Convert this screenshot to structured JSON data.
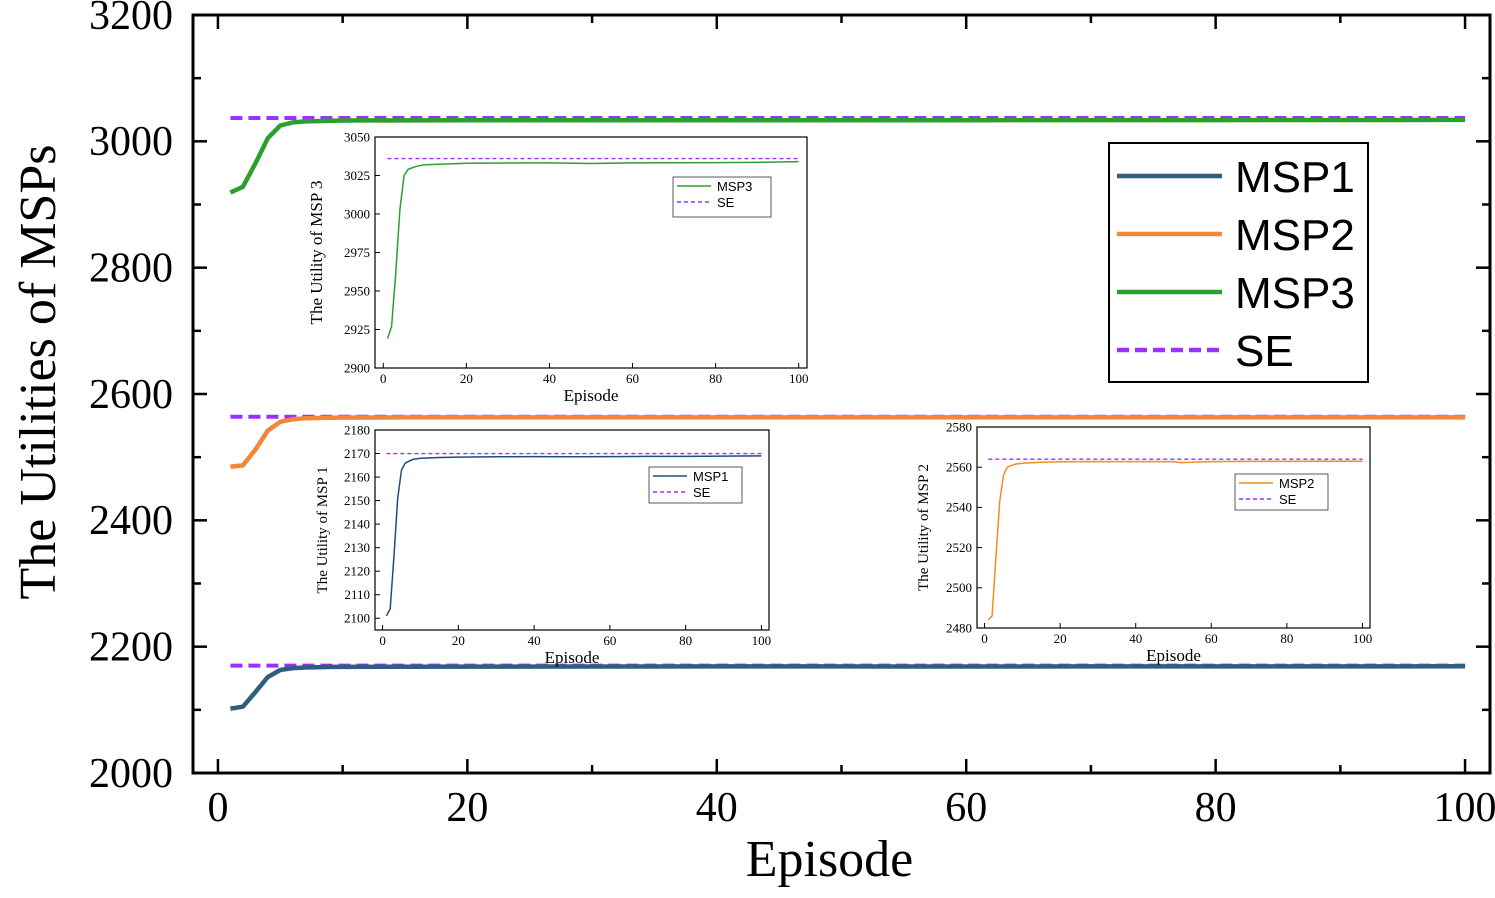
{
  "chart_data": [
    {
      "id": "main",
      "type": "line",
      "title": "",
      "xlabel": "Episode",
      "ylabel": "The Utilities of MSPs",
      "xlim": [
        -2,
        102
      ],
      "ylim": [
        2000,
        3200
      ],
      "xticks": [
        0,
        20,
        40,
        60,
        80,
        100
      ],
      "yticks": [
        2000,
        2200,
        2400,
        2600,
        2800,
        3000,
        3200
      ],
      "legend_position": "top-right",
      "x": [
        1,
        2,
        3,
        4,
        5,
        6,
        7,
        8,
        9,
        10,
        15,
        20,
        30,
        40,
        50,
        60,
        70,
        80,
        90,
        100
      ],
      "series": [
        {
          "name": "MSP1",
          "color": "#2e5f7f",
          "style": "solid",
          "values": [
            2102,
            2105,
            2128,
            2152,
            2163,
            2166,
            2167,
            2167.5,
            2168,
            2168,
            2168.3,
            2168.5,
            2168.6,
            2168.7,
            2168.7,
            2168.6,
            2168.7,
            2168.8,
            2168.8,
            2168.9
          ]
        },
        {
          "name": "MSP2",
          "color": "#f2873a",
          "style": "solid",
          "values": [
            2485,
            2487,
            2512,
            2542,
            2556,
            2560,
            2561.5,
            2562,
            2562.5,
            2562.7,
            2563,
            2563,
            2563,
            2563,
            2563,
            2563,
            2563,
            2563,
            2563,
            2563
          ]
        },
        {
          "name": "MSP3",
          "color": "#2ca02c",
          "style": "solid",
          "values": [
            2919,
            2928,
            2965,
            3005,
            3025,
            3030,
            3031.5,
            3032,
            3032.5,
            3033,
            3033.2,
            3033.4,
            3033.5,
            3033.5,
            3033.4,
            3033.5,
            3033.6,
            3033.6,
            3033.7,
            3034
          ]
        },
        {
          "name": "SE",
          "color": "#9b30ff",
          "style": "dashed",
          "values_by_group": [
            2170,
            2564,
            3037
          ]
        }
      ]
    },
    {
      "id": "inset3",
      "type": "line",
      "xlabel": "Episode",
      "ylabel": "The Utility of MSP 3",
      "xlim": [
        -2,
        102
      ],
      "ylim": [
        2900,
        3050
      ],
      "xticks": [
        0,
        20,
        40,
        60,
        80,
        100
      ],
      "yticks": [
        2900,
        2925,
        2950,
        2975,
        3000,
        3025,
        3050
      ],
      "legend_position": "upper-right",
      "x": [
        1,
        2,
        3,
        4,
        5,
        6,
        8,
        10,
        15,
        20,
        30,
        40,
        50,
        60,
        70,
        80,
        90,
        100
      ],
      "series": [
        {
          "name": "MSP3",
          "color": "#2ca02c",
          "style": "solid",
          "values": [
            2919,
            2927,
            2962,
            3003,
            3025,
            3029,
            3031,
            3032,
            3032.5,
            3033,
            3033.1,
            3033.2,
            3032.8,
            3033.2,
            3033.3,
            3033.4,
            3033.5,
            3034
          ]
        },
        {
          "name": "SE",
          "color": "#9b30ff",
          "style": "dashed",
          "value": 3036
        }
      ]
    },
    {
      "id": "inset1",
      "type": "line",
      "xlabel": "Episode",
      "ylabel": "The Utility of MSP 1",
      "xlim": [
        -2,
        102
      ],
      "ylim": [
        2095,
        2180
      ],
      "xticks": [
        0,
        20,
        40,
        60,
        80,
        100
      ],
      "yticks": [
        2100,
        2110,
        2120,
        2130,
        2140,
        2150,
        2160,
        2170,
        2180
      ],
      "legend_position": "upper-right",
      "x": [
        1,
        2,
        3,
        4,
        5,
        6,
        8,
        10,
        15,
        20,
        30,
        40,
        50,
        60,
        70,
        80,
        90,
        100
      ],
      "series": [
        {
          "name": "MSP1",
          "color": "#1f4e79",
          "style": "solid",
          "values": [
            2101,
            2104,
            2126,
            2151,
            2163,
            2166,
            2167.5,
            2168,
            2168.3,
            2168.5,
            2168.6,
            2168.7,
            2168.6,
            2168.7,
            2168.8,
            2168.8,
            2168.9,
            2169
          ]
        },
        {
          "name": "SE",
          "color": "#9b30ff",
          "style": "dashed",
          "value": 2170
        }
      ]
    },
    {
      "id": "inset2",
      "type": "line",
      "xlabel": "Episode",
      "ylabel": "The Utility of MSP 2",
      "xlim": [
        -2,
        102
      ],
      "ylim": [
        2480,
        2580
      ],
      "xticks": [
        0,
        20,
        40,
        60,
        80,
        100
      ],
      "yticks": [
        2480,
        2500,
        2520,
        2540,
        2560,
        2580
      ],
      "legend_position": "upper-right",
      "x": [
        1,
        2,
        3,
        4,
        5,
        6,
        8,
        10,
        15,
        20,
        30,
        40,
        50,
        52,
        60,
        70,
        80,
        90,
        100
      ],
      "series": [
        {
          "name": "MSP2",
          "color": "#f28c1e",
          "style": "solid",
          "values": [
            2484,
            2486,
            2515,
            2543,
            2556,
            2560,
            2561.5,
            2562,
            2562.5,
            2562.7,
            2562.8,
            2562.8,
            2562.8,
            2562.3,
            2562.8,
            2562.9,
            2562.9,
            2563,
            2563
          ]
        },
        {
          "name": "SE",
          "color": "#9b30ff",
          "style": "dashed",
          "value": 2564
        }
      ]
    }
  ]
}
